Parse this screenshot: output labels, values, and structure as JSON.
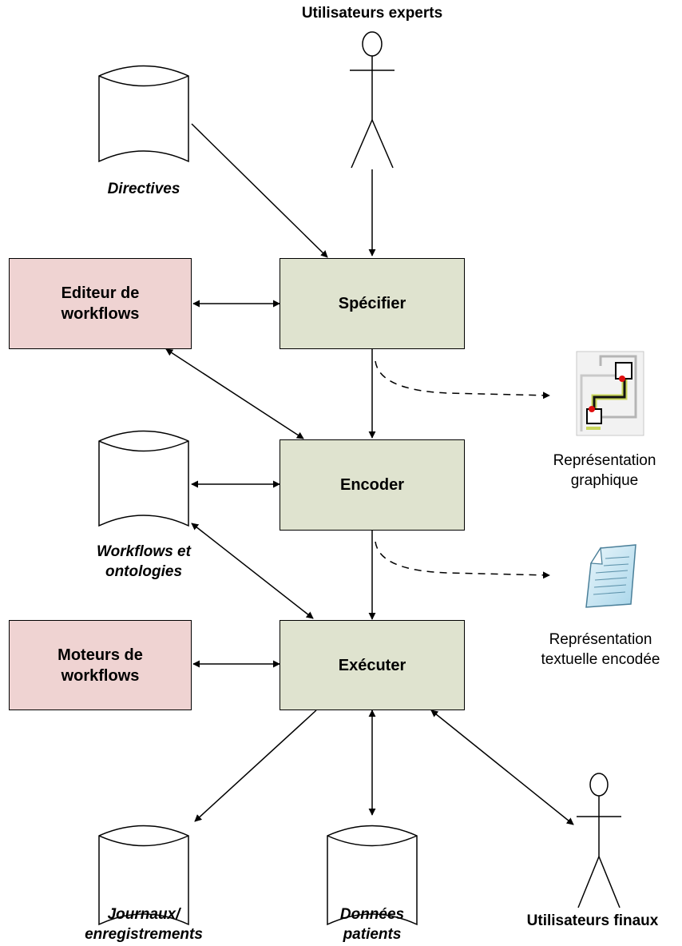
{
  "actors": {
    "experts": "Utilisateurs experts",
    "finals": "Utilisateurs finaux"
  },
  "processes": {
    "specify": "Spécifier",
    "encode": "Encoder",
    "execute": "Exécuter"
  },
  "tools": {
    "editor": [
      "Editeur de",
      "workflows"
    ],
    "engines": [
      "Moteurs de",
      "workflows"
    ]
  },
  "stores": {
    "directives": "Directives",
    "workflows": [
      "Workflows et",
      "ontologies"
    ],
    "logs": [
      "Journaux/",
      "enregistrements"
    ],
    "patients": [
      "Données",
      "patients"
    ]
  },
  "representations": {
    "graphic": [
      "Représentation",
      "graphique"
    ],
    "textual": [
      "Représentation",
      "textuelle encodée"
    ]
  }
}
